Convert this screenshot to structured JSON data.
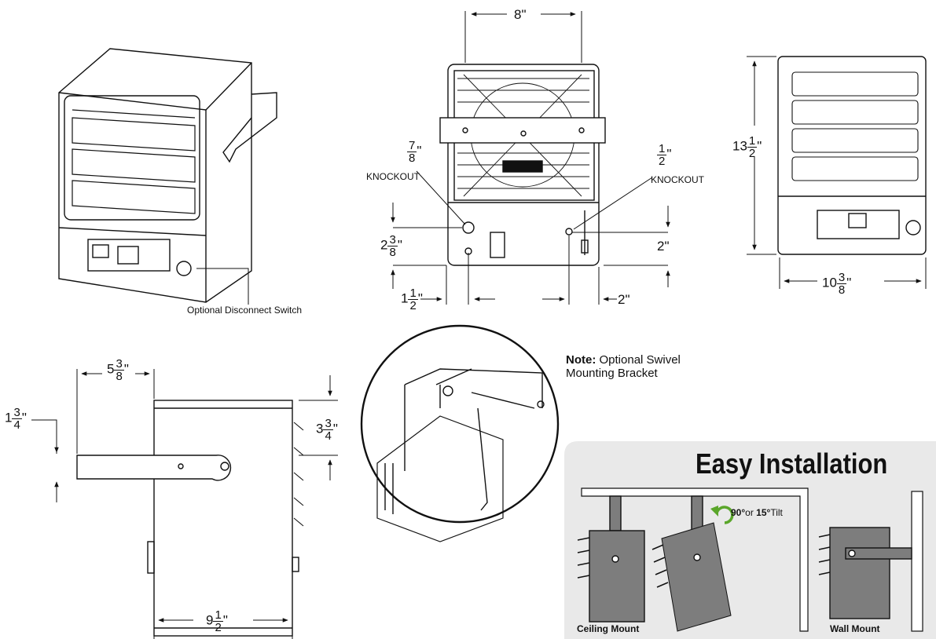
{
  "labels": {
    "optional_disconnect": "Optional Disconnect Switch",
    "knockout_left": "KNOCKOUT",
    "knockout_right": "KNOCKOUT",
    "note_bold": "Note:",
    "note_line1": " Optional Swivel",
    "note_line2": "Mounting Bracket"
  },
  "dimensions": {
    "top_width": "8\"",
    "knockout_left_frac": {
      "num": "7",
      "den": "8",
      "unit": "\""
    },
    "knockout_right_frac": {
      "num": "1",
      "den": "2",
      "unit": "\""
    },
    "left_height": {
      "whole": "2",
      "num": "3",
      "den": "8",
      "unit": "\""
    },
    "right_height": "2\"",
    "bottom_left": {
      "whole": "1",
      "num": "1",
      "den": "2",
      "unit": "\""
    },
    "bottom_right": "2\"",
    "side_height": {
      "whole": "13",
      "num": "1",
      "den": "2",
      "unit": "\""
    },
    "side_width": {
      "whole": "10",
      "num": "3",
      "den": "8",
      "unit": "\""
    },
    "bracket_top": {
      "whole": "5",
      "num": "3",
      "den": "8",
      "unit": "\""
    },
    "bracket_left": {
      "whole": "1",
      "num": "3",
      "den": "4",
      "unit": "\""
    },
    "bracket_right": {
      "whole": "3",
      "num": "3",
      "den": "4",
      "unit": "\""
    },
    "bracket_bottom": {
      "whole": "9",
      "num": "1",
      "den": "2",
      "unit": "\""
    }
  },
  "install": {
    "title": "Easy Installation",
    "tilt_a": "90°",
    "tilt_or": "or ",
    "tilt_b": "15°",
    "tilt_word": "Tilt",
    "ceiling_caption": "Ceiling Mount",
    "wall_caption": "Wall Mount"
  },
  "colors": {
    "panel": "#e9e9e9",
    "heater": "#7d7d7d",
    "tilt_arrow": "#5aa62a"
  }
}
